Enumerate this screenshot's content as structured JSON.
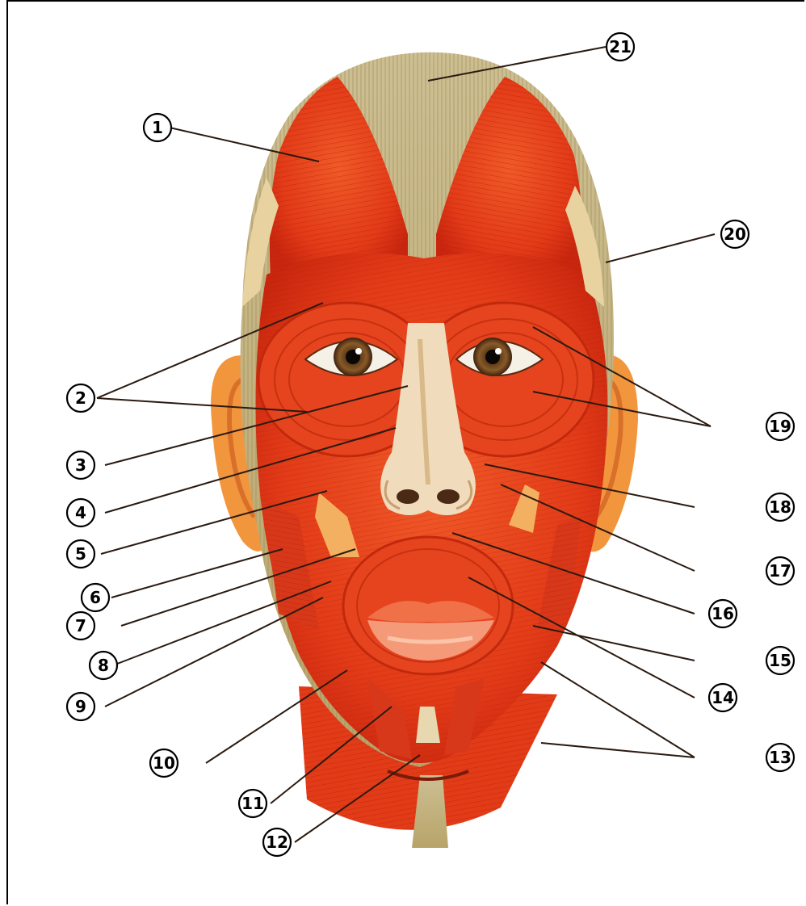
{
  "figure": {
    "labels": [
      "1",
      "2",
      "3",
      "4",
      "5",
      "6",
      "7",
      "8",
      "9",
      "10",
      "11",
      "12",
      "13",
      "14",
      "15",
      "16",
      "17",
      "18",
      "19",
      "20",
      "21"
    ],
    "colors": {
      "muscle": "#e8401c",
      "muscle_dark": "#c8260e",
      "tendon": "#c9b98a",
      "skin": "#f4a25a",
      "lip": "#f06a4a"
    }
  }
}
